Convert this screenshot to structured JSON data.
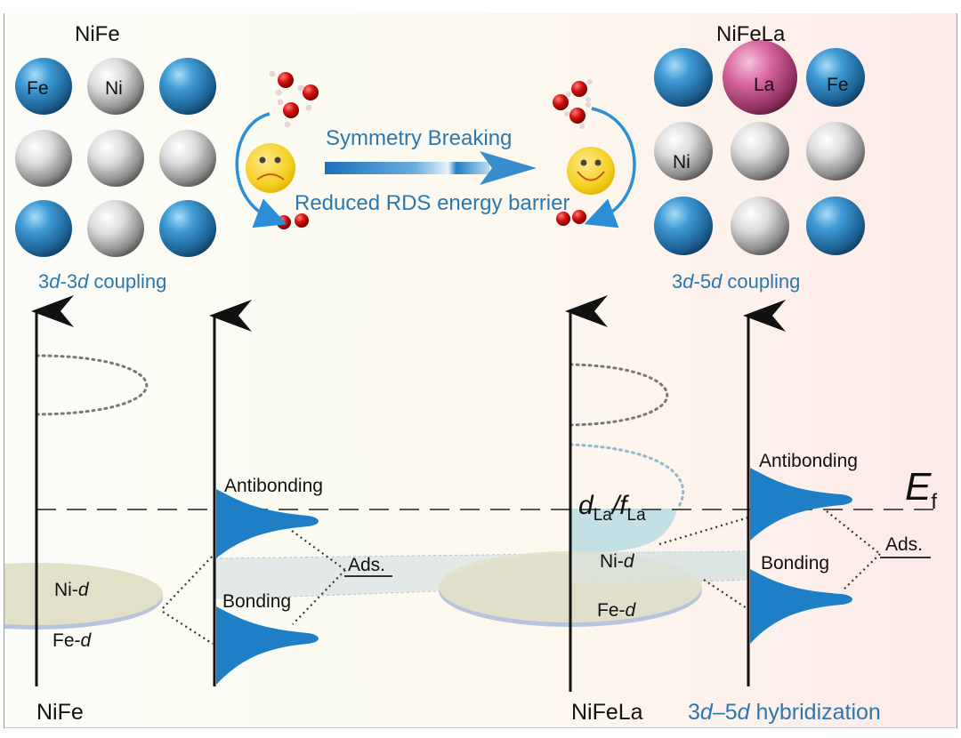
{
  "left_panel": {
    "title": "NiFe",
    "atoms": [
      {
        "element": "Fe",
        "label": "Fe",
        "color": "#2f86c4"
      },
      {
        "element": "Ni",
        "label": "Ni",
        "color": "#c9c9c9"
      },
      {
        "element": "Fe",
        "label": "",
        "color": "#2f86c4"
      },
      {
        "element": "Ni",
        "label": "",
        "color": "#c9c9c9"
      },
      {
        "element": "Ni",
        "label": "",
        "color": "#c9c9c9"
      },
      {
        "element": "Ni",
        "label": "",
        "color": "#c9c9c9"
      },
      {
        "element": "Fe",
        "label": "",
        "color": "#2f86c4"
      },
      {
        "element": "Ni",
        "label": "",
        "color": "#c9c9c9"
      },
      {
        "element": "Fe",
        "label": "",
        "color": "#2f86c4"
      }
    ],
    "coupling": {
      "a": "3",
      "b": "d",
      "c": "-3",
      "d": "d",
      "e": " coupling"
    }
  },
  "right_panel": {
    "title": "NiFeLa",
    "atoms": [
      {
        "element": "Fe",
        "label": "",
        "color": "#2f86c4"
      },
      {
        "element": "La",
        "label": "La",
        "color": "#d86aa3"
      },
      {
        "element": "Fe",
        "label": "Fe",
        "color": "#2f86c4"
      },
      {
        "element": "Ni",
        "label": "Ni",
        "color": "#c9c9c9"
      },
      {
        "element": "Ni",
        "label": "",
        "color": "#c9c9c9"
      },
      {
        "element": "Ni",
        "label": "",
        "color": "#c9c9c9"
      },
      {
        "element": "Fe",
        "label": "",
        "color": "#2f86c4"
      },
      {
        "element": "Ni",
        "label": "",
        "color": "#c9c9c9"
      },
      {
        "element": "Fe",
        "label": "",
        "color": "#2f86c4"
      }
    ],
    "coupling": {
      "a": "3",
      "b": "d",
      "c": "-5",
      "d": "d",
      "e": " coupling"
    }
  },
  "middle": {
    "top_text": "Symmetry Breaking",
    "bottom_text": "Reduced RDS energy barrier",
    "left_face": "sad",
    "right_face": "happy",
    "arrow_color": "#1f78c0"
  },
  "band_diagram": {
    "fermi_level": {
      "symbol": "E",
      "subscript": "f"
    },
    "left": {
      "axis_label": "NiFe",
      "bands": [
        "Ni-",
        "Fe-"
      ],
      "band_suffix": "d",
      "antibonding": "Antibonding",
      "bonding": "Bonding",
      "adsorbate": "Ads."
    },
    "right": {
      "axis_label": "NiFeLa",
      "hybridization": {
        "a": "3",
        "b": "d",
        "c": "–5",
        "d": "d",
        "e": " hybridization"
      },
      "la_states": {
        "d": "d",
        "sub1": "La",
        "sep": "/",
        "f": "f",
        "sub2": "La"
      },
      "bands": [
        "Ni-",
        "Fe-"
      ],
      "band_suffix": "d",
      "antibonding": "Antibonding",
      "bonding": "Bonding",
      "adsorbate": "Ads."
    },
    "colors": {
      "dos_peak": "#1f7fc6",
      "ni_fe_band": "#e3e0c8",
      "la_band": "#b9dce3",
      "ads_band": "#dde6e6"
    }
  }
}
